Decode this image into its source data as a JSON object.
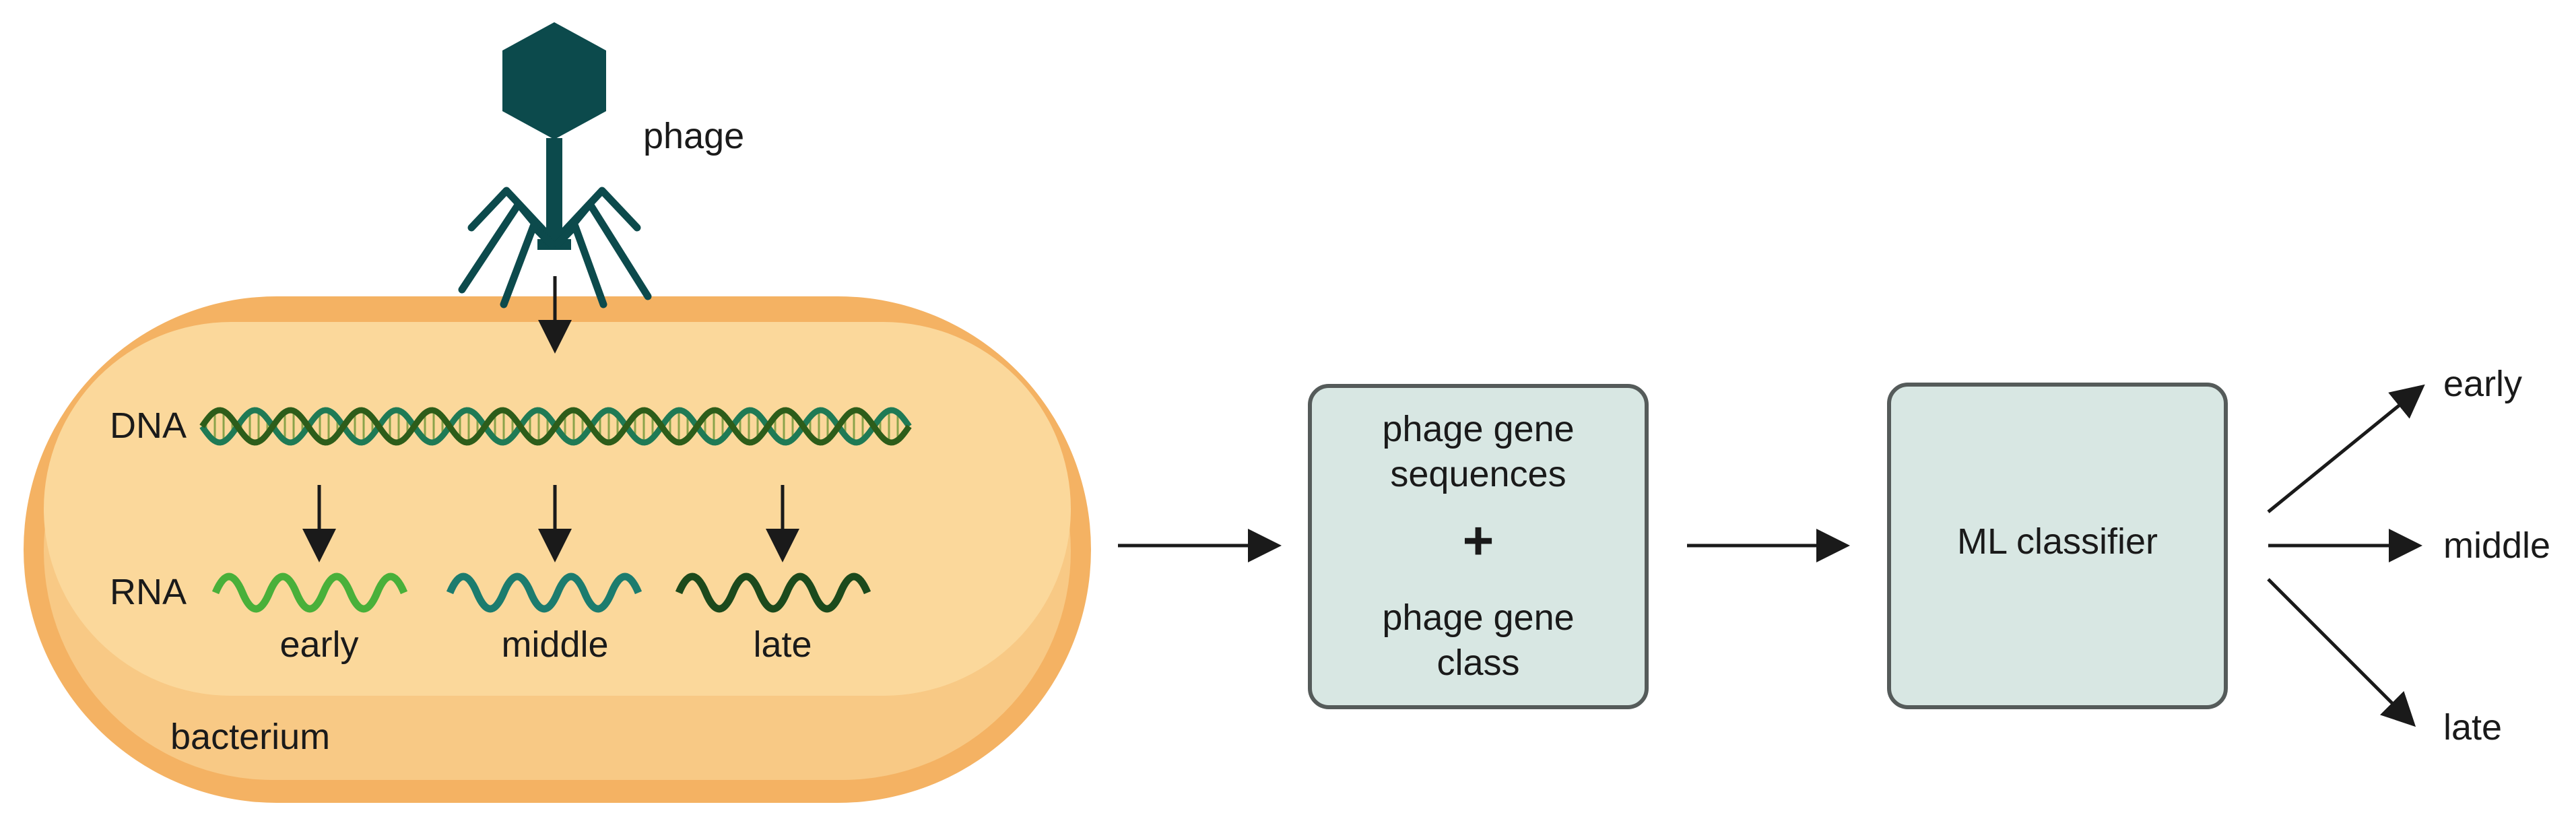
{
  "labels": {
    "phage": "phage",
    "dna": "DNA",
    "rna": "RNA",
    "early": "early",
    "middle": "middle",
    "late": "late",
    "bacterium": "bacterium"
  },
  "input_box": {
    "line1": "phage gene",
    "line2": "sequences",
    "plus": "+",
    "line3": "phage gene",
    "line4": "class"
  },
  "classifier_box": {
    "label": "ML classifier"
  },
  "outputs": {
    "early": "early",
    "middle": "middle",
    "late": "late"
  },
  "colors": {
    "phage": "#0c4a4c",
    "bacterium_outer": "#f4b263",
    "bacterium_inner": "#f8c985",
    "bacterium_core": "#fbd89b",
    "box_fill": "#d8e7e3",
    "box_stroke": "#555b5a",
    "arrow": "#1a1a1a",
    "rna_early": "#49b03a",
    "rna_middle": "#1c7c6e",
    "rna_late": "#1c4a1c",
    "dna_a": "#1f7a55",
    "dna_b": "#2d5d1a"
  }
}
